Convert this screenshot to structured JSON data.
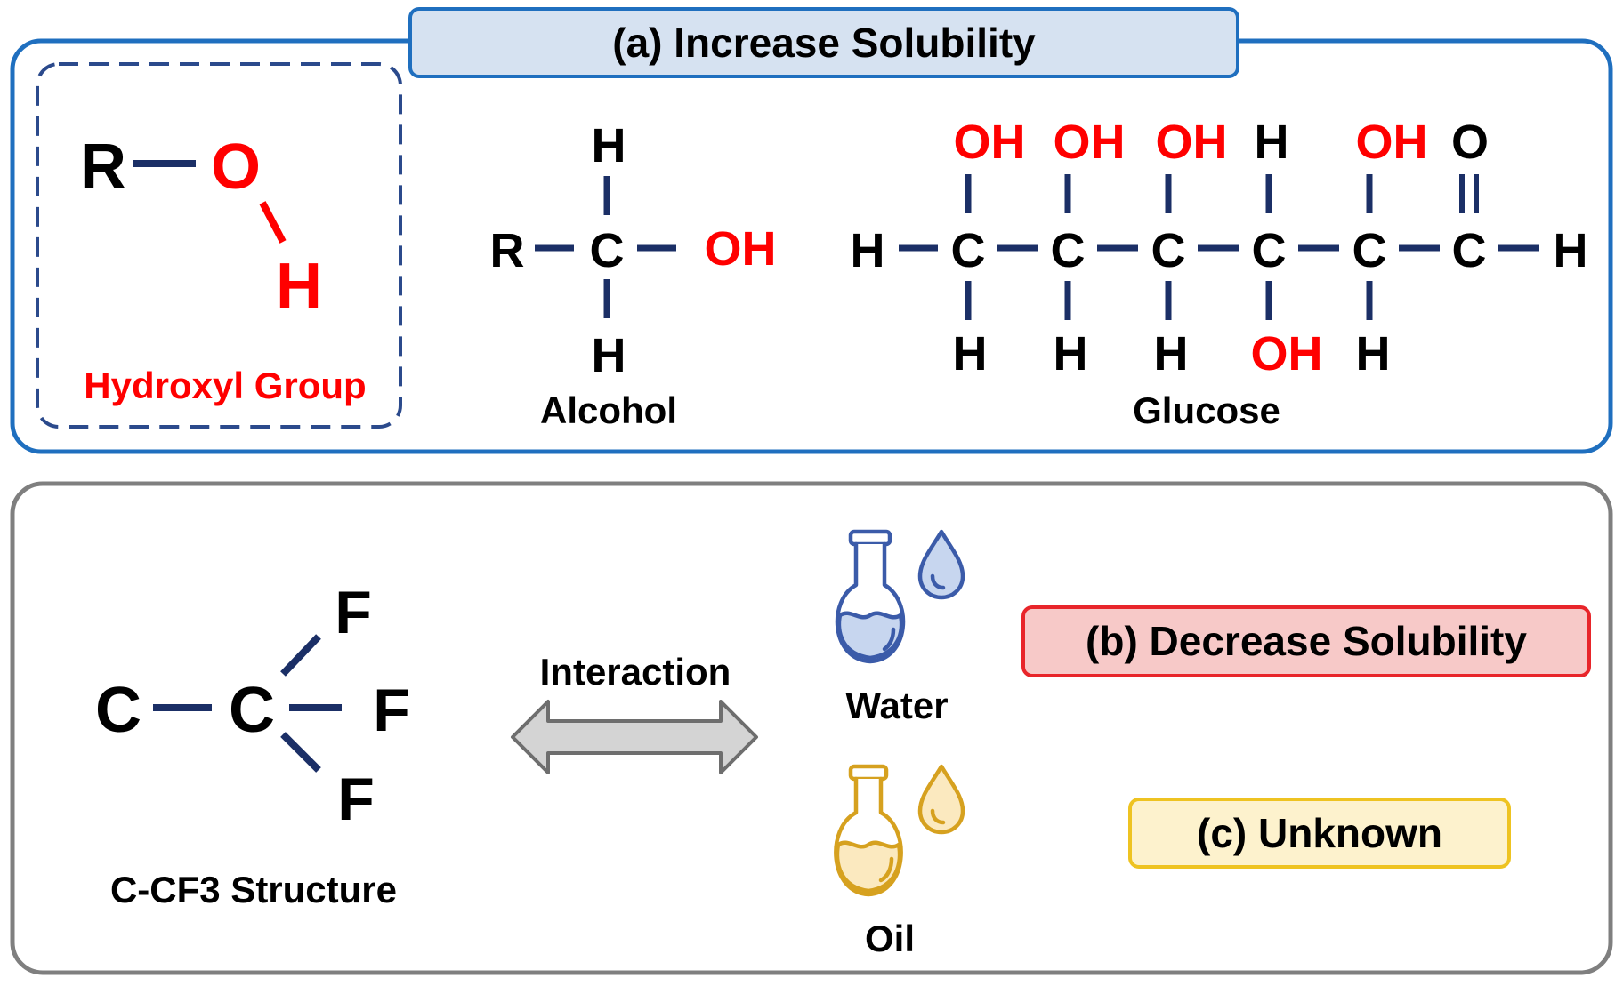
{
  "panel_a": {
    "title": "(a) Increase Solubility",
    "hydroxyl": {
      "r": "R",
      "o": "O",
      "h": "H",
      "caption": "Hydroxyl Group"
    },
    "alcohol": {
      "h_top": "H",
      "r": "R",
      "c": "C",
      "oh": "OH",
      "h_bottom": "H",
      "caption": "Alcohol"
    },
    "glucose": {
      "top_labels": [
        "OH",
        "OH",
        "OH",
        "H",
        "OH",
        "O"
      ],
      "left_h": "H",
      "carbons": [
        "C",
        "C",
        "C",
        "C",
        "C",
        "C"
      ],
      "right_h": "H",
      "bottom_labels": [
        "H",
        "H",
        "H",
        "OH",
        "H"
      ],
      "caption": "Glucose"
    }
  },
  "panel_bc": {
    "cf3": {
      "c_left": "C",
      "c_center": "C",
      "f_top": "F",
      "f_mid": "F",
      "f_bottom": "F",
      "caption": "C-CF3 Structure"
    },
    "interaction_label": "Interaction",
    "water_label": "Water",
    "oil_label": "Oil",
    "decrease_label": "(b) Decrease Solubility",
    "unknown_label": "(c) Unknown"
  },
  "colors": {
    "blue_frame": "#1f6fbf",
    "title_fill": "#d6e2f1",
    "navy_bond": "#1b2f66",
    "red_text": "#ff0000",
    "gray_frame": "#7f7f7f",
    "red_box_fill": "#f7c9c8",
    "red_box_stroke": "#e8252a",
    "yellow_box_fill": "#fdf2cd",
    "yellow_box_stroke": "#eec321",
    "water_blue": "#3b5ba9",
    "water_fill": "#c7d6ef",
    "oil_gold": "#d6a11f",
    "oil_fill": "#fbe9bf"
  }
}
